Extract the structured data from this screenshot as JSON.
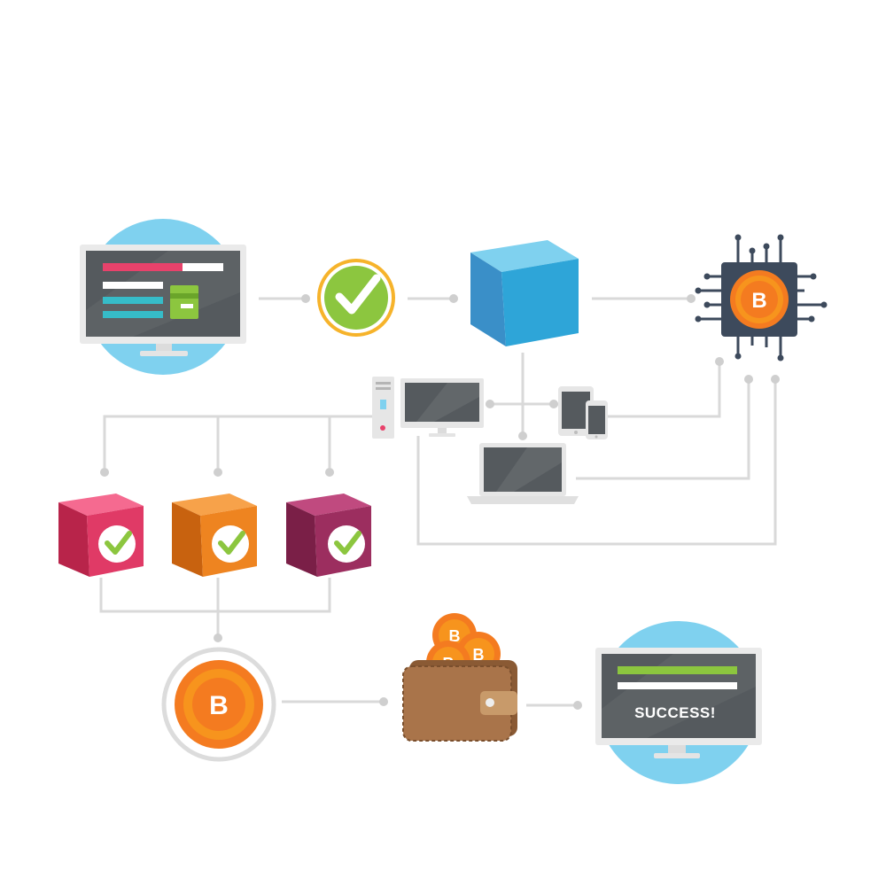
{
  "nodes": {
    "transaction_request": {
      "icon": "monitor-form-icon"
    },
    "verification": {
      "icon": "checkmark-badge-icon"
    },
    "block": {
      "icon": "blue-cube-icon"
    },
    "miner": {
      "icon": "bitcoin-chip-icon",
      "glyph": "B"
    },
    "network": {
      "desktop": {
        "icon": "desktop-tower-icon"
      },
      "monitor": {
        "icon": "monitor-icon"
      },
      "mobile": {
        "icon": "tablet-phone-icon"
      },
      "laptop": {
        "icon": "laptop-icon"
      }
    },
    "validated_blocks": [
      {
        "icon": "pink-verified-cube-icon",
        "color": "#e03a66"
      },
      {
        "icon": "orange-verified-cube-icon",
        "color": "#ee8420"
      },
      {
        "icon": "purple-verified-cube-icon",
        "color": "#9c2e5f"
      }
    ],
    "reward_coin": {
      "icon": "bitcoin-coin-icon",
      "glyph": "B"
    },
    "wallet": {
      "icon": "wallet-coins-icon",
      "glyph": "B"
    },
    "result": {
      "icon": "monitor-success-icon",
      "message": "SUCCESS!"
    }
  },
  "colors": {
    "connector": "#d9d9d9",
    "accent_blue": "#7fd1ef",
    "bitcoin_orange": "#f47b20",
    "check_green": "#8cc63f"
  }
}
